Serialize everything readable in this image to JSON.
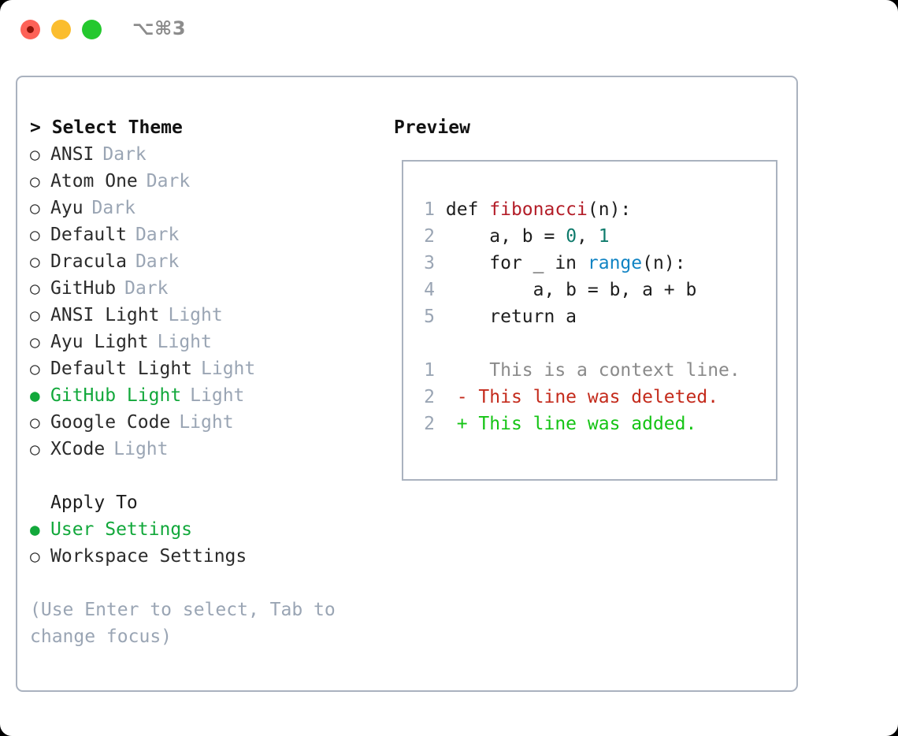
{
  "titlebar": {
    "shortcut_label": "⌥⌘3",
    "traffic_lights": [
      {
        "name": "close",
        "color": "#fd6257"
      },
      {
        "name": "minimize",
        "color": "#fbbd2e"
      },
      {
        "name": "zoom",
        "color": "#24c82e"
      }
    ]
  },
  "theme_picker": {
    "heading": "> Select Theme",
    "selected_marker": "●",
    "unselected_marker": "○",
    "accent_color": "#12a83b",
    "muted_color": "#9aa5b4",
    "items": [
      {
        "marker": "○",
        "label": "ANSI",
        "kind": "Dark",
        "selected": false
      },
      {
        "marker": "○",
        "label": "Atom One",
        "kind": "Dark",
        "selected": false
      },
      {
        "marker": "○",
        "label": "Ayu",
        "kind": "Dark",
        "selected": false
      },
      {
        "marker": "○",
        "label": "Default",
        "kind": "Dark",
        "selected": false
      },
      {
        "marker": "○",
        "label": "Dracula",
        "kind": "Dark",
        "selected": false
      },
      {
        "marker": "○",
        "label": "GitHub",
        "kind": "Dark",
        "selected": false
      },
      {
        "marker": "○",
        "label": "ANSI Light",
        "kind": "Light",
        "selected": false
      },
      {
        "marker": "○",
        "label": "Ayu Light",
        "kind": "Light",
        "selected": false
      },
      {
        "marker": "○",
        "label": "Default Light",
        "kind": "Light",
        "selected": false
      },
      {
        "marker": "●",
        "label": "GitHub Light",
        "kind": "Light",
        "selected": true
      },
      {
        "marker": "○",
        "label": "Google Code",
        "kind": "Light",
        "selected": false
      },
      {
        "marker": "○",
        "label": "XCode",
        "kind": "Light",
        "selected": false
      }
    ]
  },
  "apply_to": {
    "heading": "Apply To",
    "items": [
      {
        "marker": "●",
        "label": "User Settings",
        "selected": true
      },
      {
        "marker": "○",
        "label": "Workspace Settings",
        "selected": false
      }
    ]
  },
  "hint": "(Use Enter to select, Tab to change focus)",
  "preview": {
    "heading": "Preview",
    "code_lines": [
      {
        "number": "1",
        "tokens": [
          {
            "text": "def ",
            "cls": "tok-plain"
          },
          {
            "text": "fibonacci",
            "cls": "tok-fn"
          },
          {
            "text": "(n):",
            "cls": "tok-plain"
          }
        ]
      },
      {
        "number": "2",
        "tokens": [
          {
            "text": "    a, b = ",
            "cls": "tok-plain"
          },
          {
            "text": "0",
            "cls": "tok-num"
          },
          {
            "text": ", ",
            "cls": "tok-plain"
          },
          {
            "text": "1",
            "cls": "tok-num"
          }
        ]
      },
      {
        "number": "3",
        "tokens": [
          {
            "text": "    for _ in ",
            "cls": "tok-plain"
          },
          {
            "text": "range",
            "cls": "tok-kw"
          },
          {
            "text": "(n):",
            "cls": "tok-plain"
          }
        ]
      },
      {
        "number": "4",
        "tokens": [
          {
            "text": "        a, b = b, a + b",
            "cls": "tok-plain"
          }
        ]
      },
      {
        "number": "5",
        "tokens": [
          {
            "text": "    return a",
            "cls": "tok-plain"
          }
        ]
      }
    ],
    "diff_lines": [
      {
        "number": "1",
        "sign": " ",
        "text": "  This is a context line.",
        "cls": "diff-ctx"
      },
      {
        "number": "2",
        "sign": "-",
        "text": " This line was deleted.",
        "cls": "diff-del"
      },
      {
        "number": "2",
        "sign": "+",
        "text": " This line was added.",
        "cls": "diff-add"
      }
    ]
  }
}
